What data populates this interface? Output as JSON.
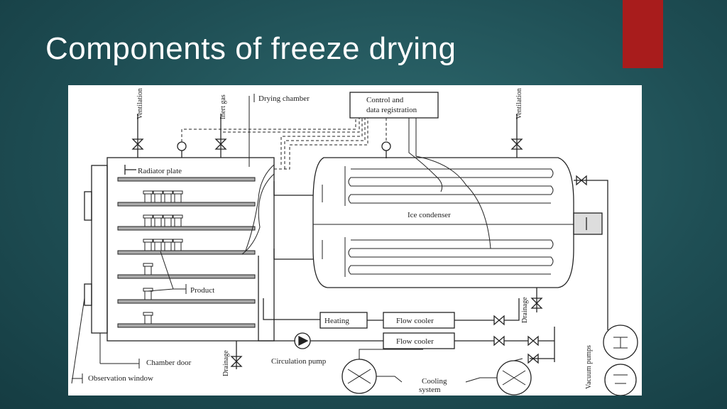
{
  "slide": {
    "title": "Components of freeze drying",
    "accent_color": "#a81c1c",
    "background_color": "#1f4f55"
  },
  "diagram": {
    "labels": {
      "ventilation_left": "Ventilation",
      "inert_gas": "Inert gas",
      "drying_chamber": "Drying chamber",
      "control_line1": "Control and",
      "control_line2": "data registration",
      "ventilation_right": "Ventilation",
      "radiator_plate": "Radiator plate",
      "ice_condenser": "Ice condenser",
      "product": "Product",
      "heating": "Heating",
      "flow_cooler_1": "Flow cooler",
      "flow_cooler_2": "Flow cooler",
      "drainage_right": "Drainage",
      "drainage_left": "Drainage",
      "chamber_door": "Chamber door",
      "circulation_pump": "Circulation pump",
      "cooling_line1": "Cooling",
      "cooling_line2": "system",
      "vacuum_pumps": "Vacuum pumps",
      "observation_window": "Observation window"
    }
  }
}
